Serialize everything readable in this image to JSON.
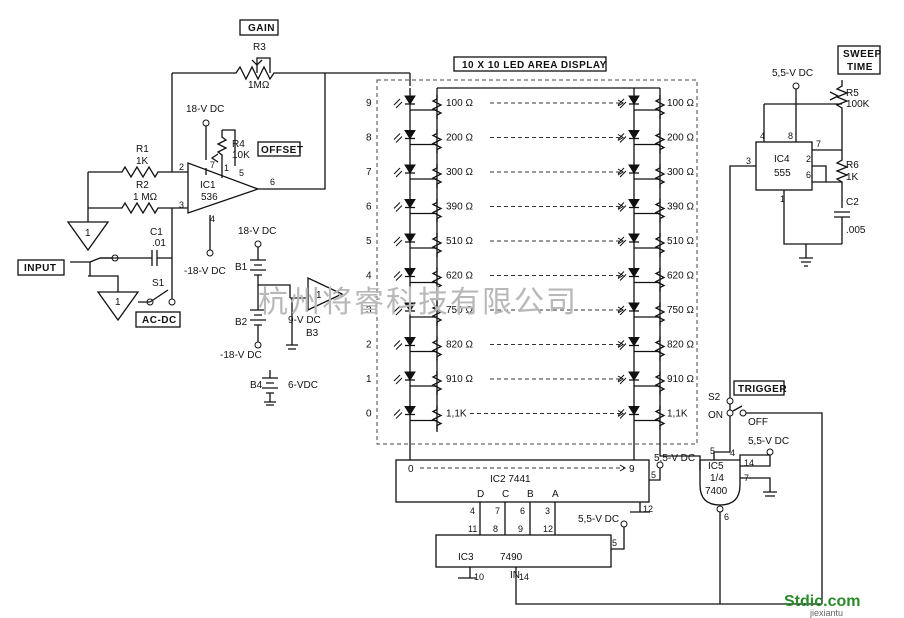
{
  "labels": {
    "gain": "GAIN",
    "r3": "R3",
    "r3_val": "1MΩ",
    "display_title": "10 X 10 LED AREA DISPLAY",
    "sweep_time_1": "SWEEP",
    "sweep_time_2": "TIME",
    "ic1_v_top": "18-V DC",
    "ic1_v_bot": "-18-V DC",
    "r4": "R4",
    "r4_val": "10K",
    "offset": "OFFSET",
    "r1": "R1",
    "r1_val": "1K",
    "r2": "R2",
    "r2_val": "1 MΩ",
    "ic1": "IC1",
    "ic1_part": "536",
    "c1": "C1",
    "c1_val": ".01",
    "input": "INPUT",
    "s1": "S1",
    "ac_dc": "AC-DC",
    "buf1": "1",
    "buf2": "1",
    "buf3": "1",
    "b_v_top": "18-V DC",
    "b1": "B1",
    "b2": "B2",
    "b_v_bot": "-18-V DC",
    "b3_v": "9-V DC",
    "b3": "B3",
    "b4": "B4",
    "b4_v": "6-VDC",
    "ic2": "IC2  7441",
    "ic2_5v": "5,5-V DC",
    "ic2_0": "0",
    "ic2_9": "9",
    "ic2_5": "5",
    "ic2_12": "12",
    "ic3": "IC3",
    "ic3_part": "7490",
    "ic3_in": "IN",
    "ic3_5v": "5,5-V DC",
    "ic3_5": "5",
    "ic3_10": "10",
    "ic3_14": "14",
    "ic4": "IC4",
    "ic4_part": "555",
    "ic4_5v": "5,5-V DC",
    "r5": "R5",
    "r5_val": "100K",
    "r6": "R6",
    "r6_val": "1K",
    "c2": "C2",
    "c2_val": ".005",
    "s2": "S2",
    "on": "ON",
    "off": "OFF",
    "trigger": "TRIGGER",
    "ic5": "IC5",
    "ic5_frac": "1/4",
    "ic5_part": "7400",
    "ic5_5v": "5,5-V DC",
    "watermark": "杭州将睿科技有限公司",
    "logo": "Stdic.com",
    "logo_sub": "jiexiantu"
  },
  "pins": {
    "ic1": [
      "2",
      "3",
      "4",
      "5",
      "6",
      "7",
      "1"
    ],
    "ic4": [
      "4",
      "8",
      "7",
      "2",
      "6",
      "1",
      "3"
    ],
    "ic5": [
      "5",
      "4",
      "14",
      "7",
      "6"
    ],
    "ic2_bcd": [
      "D",
      "C",
      "B",
      "A"
    ],
    "ic2_bcd_pins": [
      "4",
      "7",
      "6",
      "3"
    ],
    "ic3_bcd_pins": [
      "11",
      "8",
      "9",
      "12"
    ]
  },
  "rows": [
    "9",
    "8",
    "7",
    "6",
    "5",
    "4",
    "3",
    "2",
    "1",
    "0"
  ],
  "resistors": [
    "100 Ω",
    "200 Ω",
    "300 Ω",
    "390 Ω",
    "510 Ω",
    "620 Ω",
    "750 Ω",
    "820 Ω",
    "910 Ω",
    "1,1K"
  ],
  "resistors_right": [
    "100 Ω",
    "200 Ω",
    "300 Ω",
    "390 Ω",
    "510 Ω",
    "620 Ω",
    "750 Ω",
    "820 Ω",
    "910 Ω",
    "1,1K"
  ]
}
